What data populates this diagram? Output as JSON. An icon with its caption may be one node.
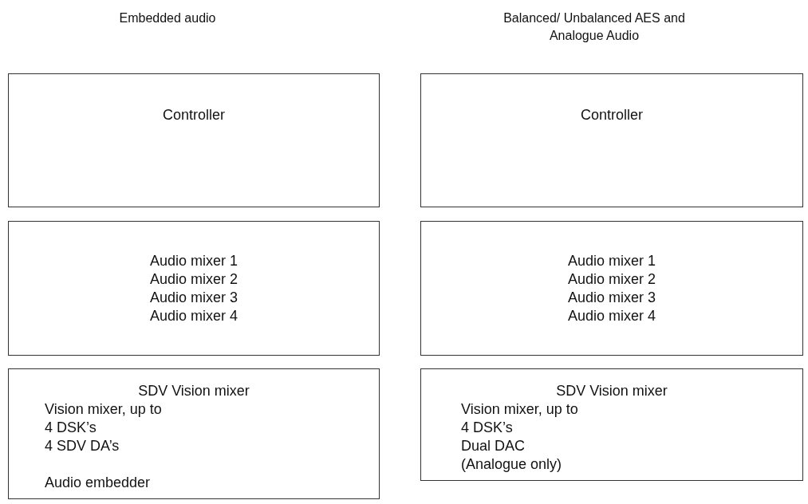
{
  "diagram": {
    "nodes": [
      {
        "text": [
          "Controller"
        ]
      },
      {
        "text": [
          "Audio mixer 1",
          "Audio mixer 2",
          "Audio mixer 3",
          "Audio mixer 4"
        ]
      },
      {
        "text": [
          "SDV Vision mixer",
          "Vision mixer, up to 4 DSK’s",
          "4 SDV DA’s",
          "Audio embedder"
        ]
      },
      {
        "text": [
          "Controller"
        ]
      },
      {
        "text": [
          "Audio mixer 1",
          "Audio mixer 2",
          "Audio mixer 3",
          "Audio mixer 4"
        ]
      },
      {
        "text": [
          "SDV Vision mixer",
          "Vision mixer, up to 4 DSK’s",
          "Dual DAC (Analogue only)"
        ]
      }
    ],
    "labels": [
      "Embedded audio",
      "Balanced/ Unbalanced AES and Analogue Audio"
    ]
  }
}
